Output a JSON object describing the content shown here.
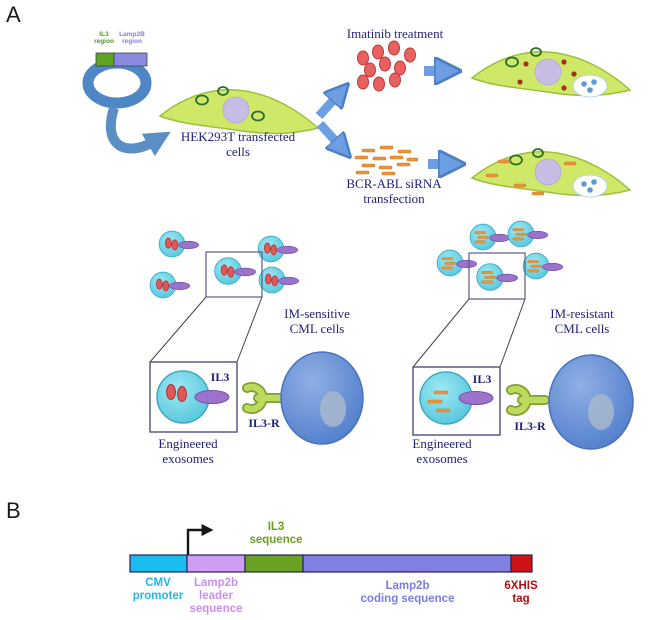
{
  "panel_a": {
    "label": "A",
    "plasmid": {
      "il3_region": "IL3\nregion",
      "lamp2b_region": "Lamp2B\nregion"
    },
    "hek_cells": "HEK293T transfected\ncells",
    "imatinib": "Imatinib treatment",
    "sirna": "BCR-ABL siRNA\ntransfection",
    "left": {
      "cml": "IM-sensitive\nCML cells",
      "il3": "IL3",
      "il3r": "IL3-R",
      "engineered": "Engineered\nexosomes"
    },
    "right": {
      "cml": "IM-resistant\nCML cells",
      "il3": "IL3",
      "il3r": "IL3-R",
      "engineered": "Engineered\nexosomes"
    }
  },
  "panel_b": {
    "label": "B",
    "segments": [
      {
        "id": "cmv_promoter",
        "label": "CMV\npromoter",
        "color": "#1bbdf0",
        "label_color": "#1fb7ea"
      },
      {
        "id": "lamp2b_leader",
        "label": "Lamp2b\nleader\nsequence",
        "color": "#cf9ef2",
        "label_color": "#c98ff0"
      },
      {
        "id": "il3_sequence",
        "label": "IL3\nsequence",
        "color": "#6aa122",
        "label_color": "#6aa122"
      },
      {
        "id": "lamp2b_coding",
        "label": "Lamp2b\ncoding sequence",
        "color": "#7f80e2",
        "label_color": "#7b7ce0"
      },
      {
        "id": "his_tag",
        "label": "6XHIS\ntag",
        "color": "#cc1414",
        "label_color": "#b01010"
      }
    ]
  },
  "colors": {
    "navy_text": "#1f1f78",
    "cell_fill": "#cfe868",
    "cell_outline": "#9cc03e",
    "nucleus_lavender": "#c7bce4",
    "arrow_blue": "#6d9ee4",
    "plasmid_ring_blue": "#4f86c6",
    "imatinib_red": "#e86060",
    "sirna_orange": "#e8943c",
    "exosome_cyan": "#62d2e4",
    "il3_ligand_purple": "#9b72cc",
    "receptor_lime": "#bcdb5e",
    "cml_cell_blue": "#4d7ac9"
  }
}
